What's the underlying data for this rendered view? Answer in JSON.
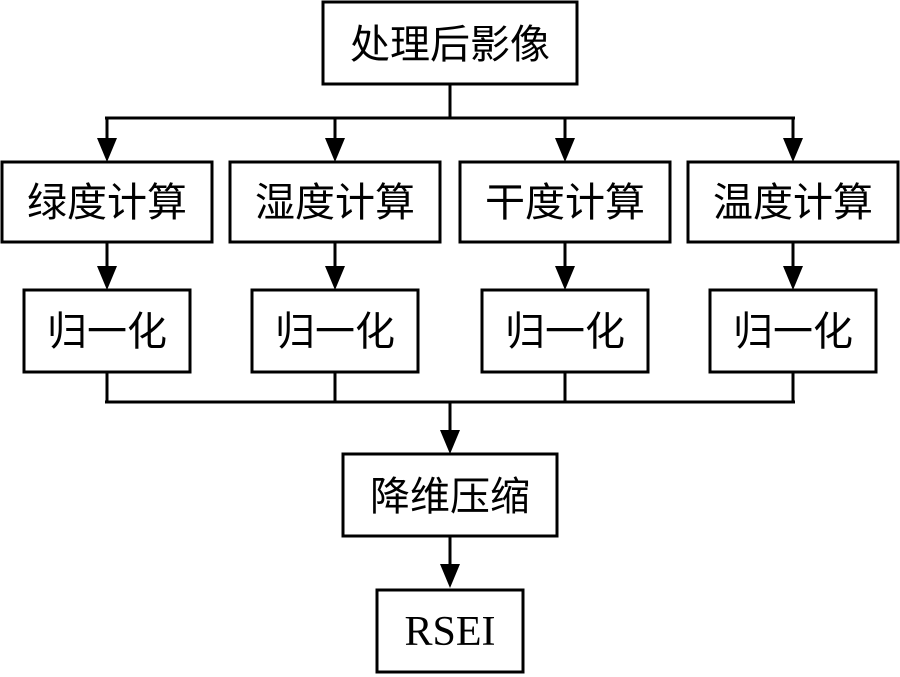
{
  "nodes": {
    "source": "处理后影像",
    "indices": [
      "绿度计算",
      "湿度计算",
      "干度计算",
      "温度计算"
    ],
    "normalize": [
      "归一化",
      "归一化",
      "归一化",
      "归一化"
    ],
    "compress": "降维压缩",
    "result": "RSEI"
  },
  "colors": {
    "stroke": "#000000",
    "fill": "#ffffff"
  }
}
